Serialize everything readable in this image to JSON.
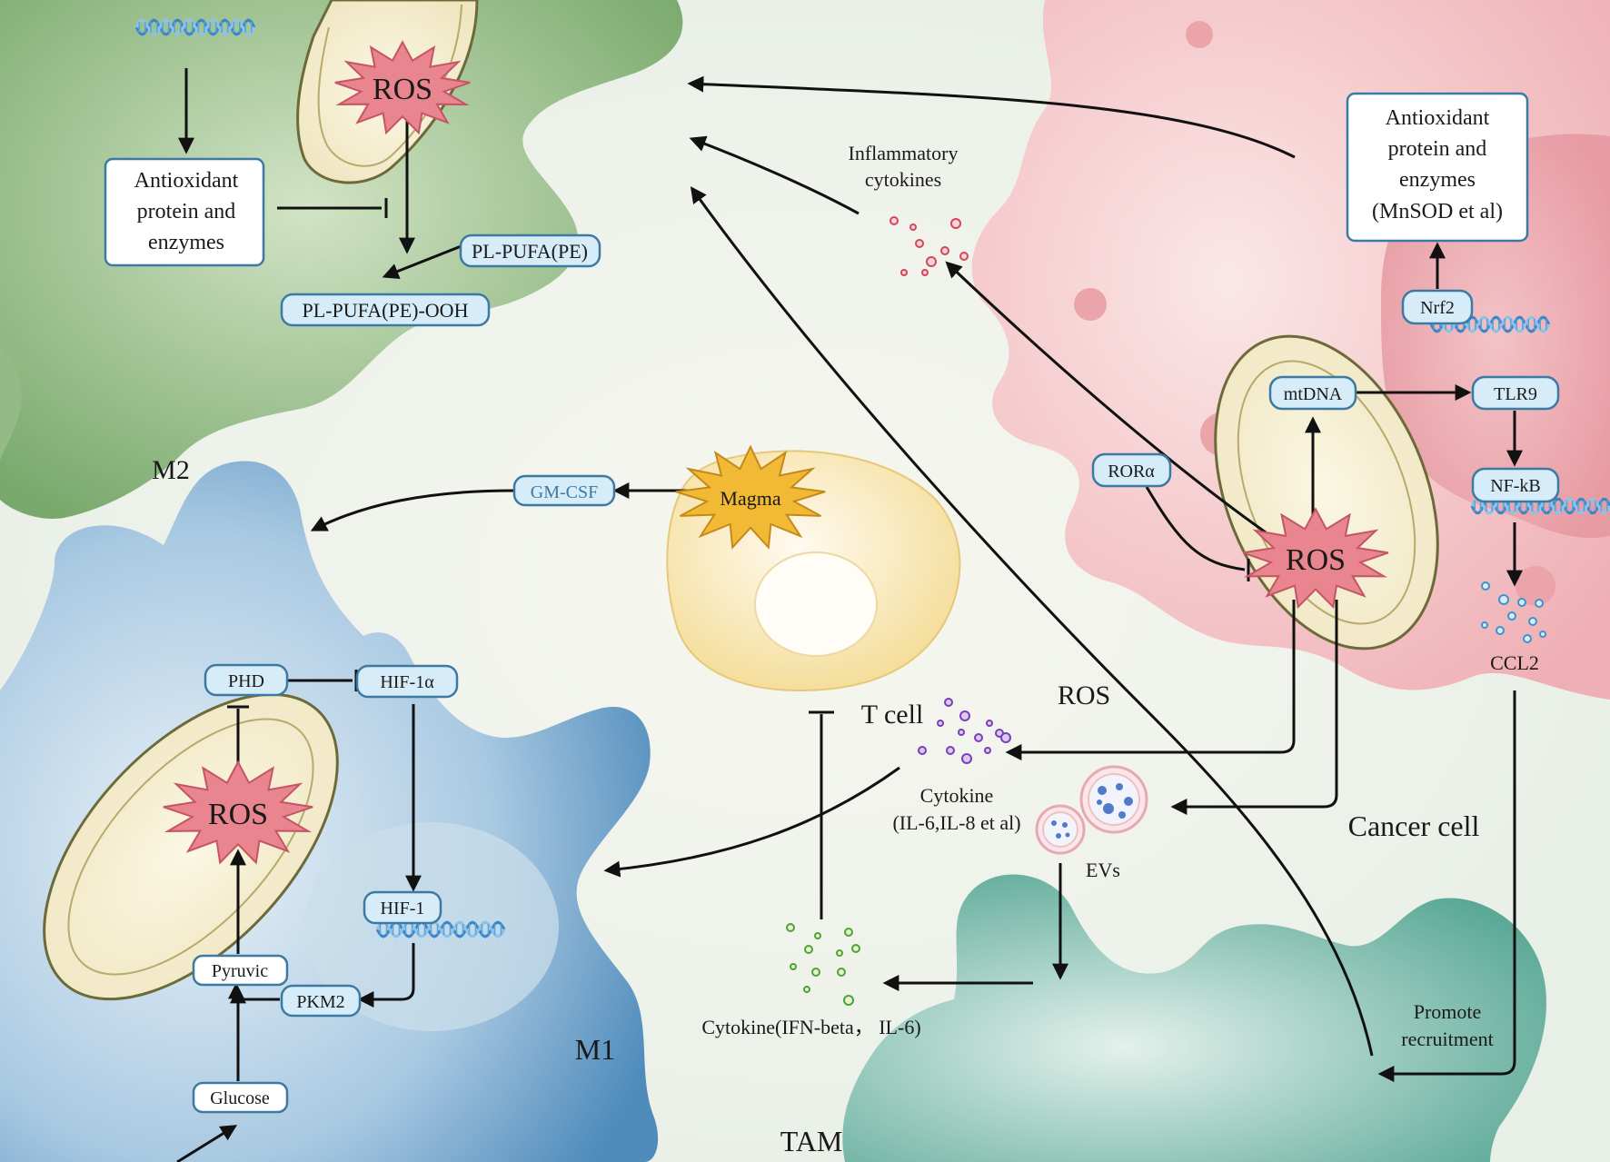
{
  "labels": {
    "m2": "M2",
    "m1": "M1",
    "tam": "TAM",
    "ros_center": "ROS",
    "cancer_cell": "Cancer cell",
    "t_cell": "T cell",
    "inflammatory_cytokines_1": "Inflammatory",
    "inflammatory_cytokines_2": "cytokines",
    "cytokine_1": "Cytokine",
    "cytokine_2": "(IL-6,IL-8 et al)",
    "cytokine_ifn": "Cytokine(IFN-beta， IL-6)",
    "evs": "EVs",
    "ccl2": "CCL2",
    "promote_1": "Promote",
    "promote_2": "recruitment"
  },
  "boxes": {
    "m2_antioxidant": [
      "Antioxidant",
      "protein and",
      "enzymes"
    ],
    "cancer_antioxidant": [
      "Antioxidant",
      "protein and",
      "enzymes",
      "(MnSOD et al)"
    ]
  },
  "pills": {
    "pl_pufa": "PL-PUFA(PE)",
    "pl_pufa_ooh": "PL-PUFA(PE)-OOH",
    "gm_csf": "GM-CSF",
    "phd": "PHD",
    "hif1a": "HIF-1α",
    "hif1": "HIF-1",
    "pyruvic": "Pyruvic",
    "pkm2": "PKM2",
    "glucose": "Glucose",
    "nrf2": "Nrf2",
    "mtdna": "mtDNA",
    "tlr9": "TLR9",
    "rora": "RORα",
    "nfkb": "NF-kB"
  },
  "bursts": {
    "ros_m2": "ROS",
    "ros_m1": "ROS",
    "ros_cancer": "ROS",
    "magma": "Magma"
  },
  "colors": {
    "background": "#eef1ea",
    "m2_cell": "#7fae72",
    "m1_cell": "#5b95c2",
    "tam_cell": "#5fae9c",
    "cancer_cell": "#f0b7bb",
    "t_cell": "#f5df9d",
    "ros_burst": "#e8858f",
    "magma_burst": "#f2b935",
    "pill_fill": "#d6ecf8",
    "pill_stroke": "#3d7aa3"
  }
}
